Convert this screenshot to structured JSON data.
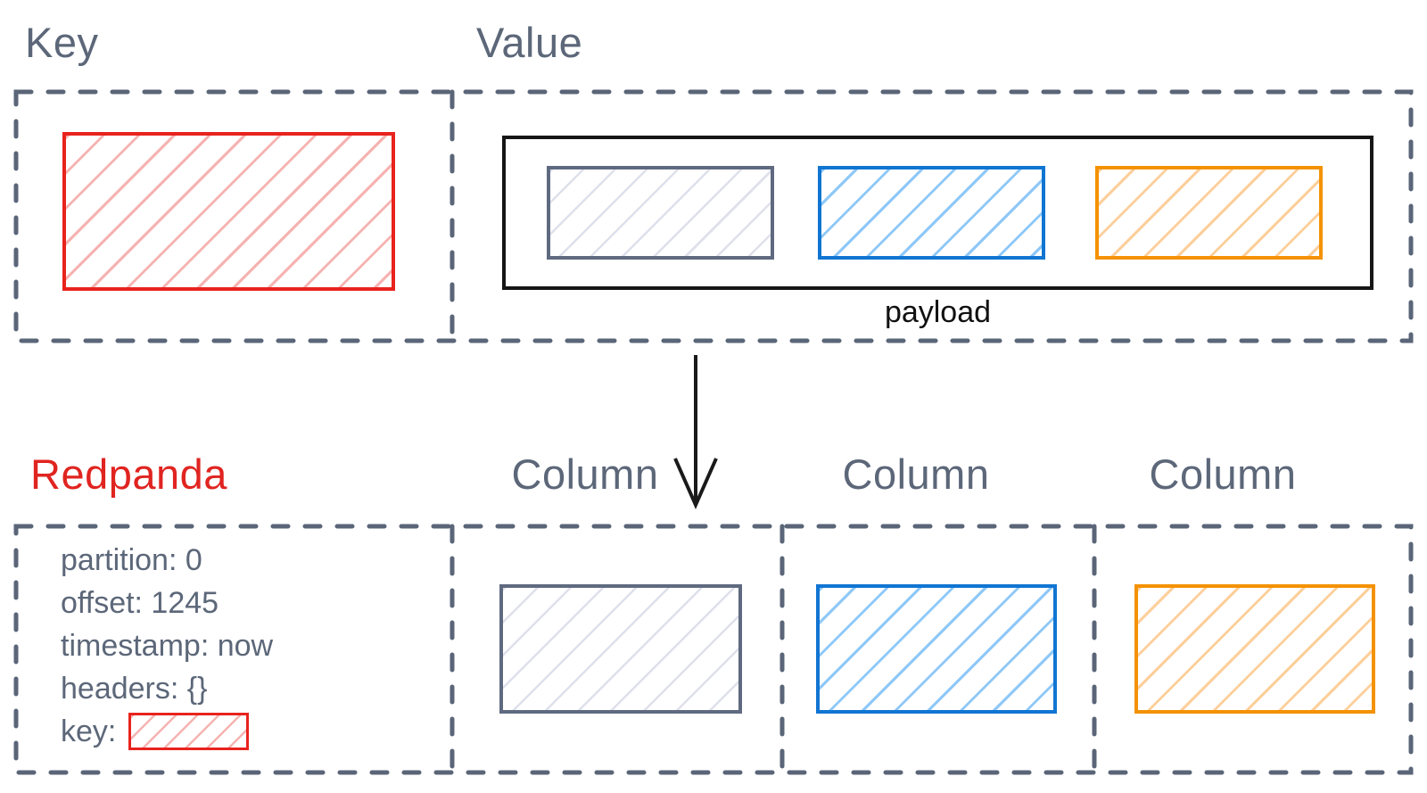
{
  "top": {
    "key_label": "Key",
    "value_label": "Value",
    "payload_label": "payload"
  },
  "bottom": {
    "redpanda_label": "Redpanda",
    "column_labels": [
      "Column",
      "Column",
      "Column"
    ],
    "metadata_lines": [
      "partition: 0",
      "offset: 1245",
      "timestamp: now",
      "headers: {}"
    ],
    "key_field_label": "key:"
  },
  "colors": {
    "slate_text": "#5c6779",
    "dashed_border": "#5a6578",
    "red_accent": "#e8231e",
    "red_text": "#e02420",
    "red_hatch": "#f5b3b1",
    "gray_cell_border": "#5f6a80",
    "gray_hatch": "#dee0eb",
    "blue_cell_border": "#1175d2",
    "blue_hatch": "#8ec8f7",
    "orange_cell_border": "#f49204",
    "orange_hatch": "#fccf9b",
    "payload_border": "#161616"
  }
}
